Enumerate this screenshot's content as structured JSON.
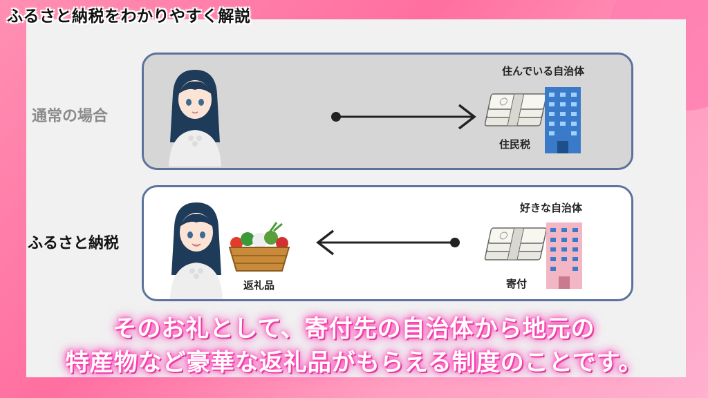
{
  "title": "ふるさと納税をわかりやすく解説",
  "colors": {
    "frame_pink": "#ff7eb0",
    "box_border": "#5b739c",
    "normal_box_bg": "#d6d6d6",
    "furusato_box_bg": "#ffffff",
    "caption_glow": "#ff3fae"
  },
  "normal_case": {
    "label": "通常の場合",
    "destination_label": "住んでいる自治体",
    "payment_label": "住民税",
    "arrow_direction": "right"
  },
  "furusato_case": {
    "label": "ふるさと納税",
    "destination_label": "好きな自治体",
    "payment_label": "寄付",
    "gift_label": "返礼品",
    "arrow_direction": "left"
  },
  "icons": {
    "person": "anime-girl-avatar-icon",
    "money": "money-stack-icon",
    "building": "office-building-icon",
    "basket": "vegetable-basket-icon"
  },
  "caption": {
    "line1": "そのお礼として、寄付先の自治体から地元の",
    "line2": "特産物など豪華な返礼品がもらえる制度のことです。"
  }
}
